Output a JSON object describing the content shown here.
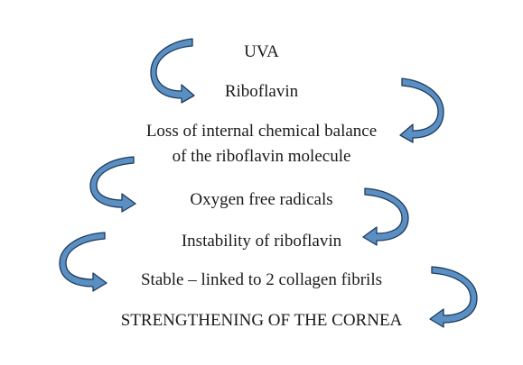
{
  "diagram": {
    "steps": [
      "UVA",
      "Riboflavin",
      "Loss of internal chemical balance",
      "of the riboflavin molecule",
      "Oxygen free radicals",
      "Instability of riboflavin",
      "Stable – linked to 2 collagen fibrils",
      "STRENGTHENING OF THE CORNEA"
    ],
    "arrows": [
      {
        "icon": "curved-arrow-icon",
        "direction": "left-side, pointing right",
        "connects": "UVA → Riboflavin"
      },
      {
        "icon": "curved-arrow-icon",
        "direction": "right-side, pointing left",
        "connects": "Riboflavin → Loss of internal chemical balance"
      },
      {
        "icon": "curved-arrow-icon",
        "direction": "left-side, pointing right",
        "connects": "of the riboflavin molecule → Oxygen free radicals"
      },
      {
        "icon": "curved-arrow-icon",
        "direction": "right-side, pointing left",
        "connects": "Oxygen free radicals → Instability of riboflavin"
      },
      {
        "icon": "curved-arrow-icon",
        "direction": "left-side, pointing right",
        "connects": "Instability of riboflavin → Stable – linked to 2 collagen fibrils"
      },
      {
        "icon": "curved-arrow-icon",
        "direction": "right-side, pointing left",
        "connects": "Stable – linked to 2 collagen fibrils → STRENGTHENING OF THE CORNEA"
      }
    ],
    "colors": {
      "arrow_fill": "#5a8fc4",
      "arrow_stroke": "#1f3a5a",
      "text": "#1a1a1a",
      "background": "#ffffff"
    }
  }
}
